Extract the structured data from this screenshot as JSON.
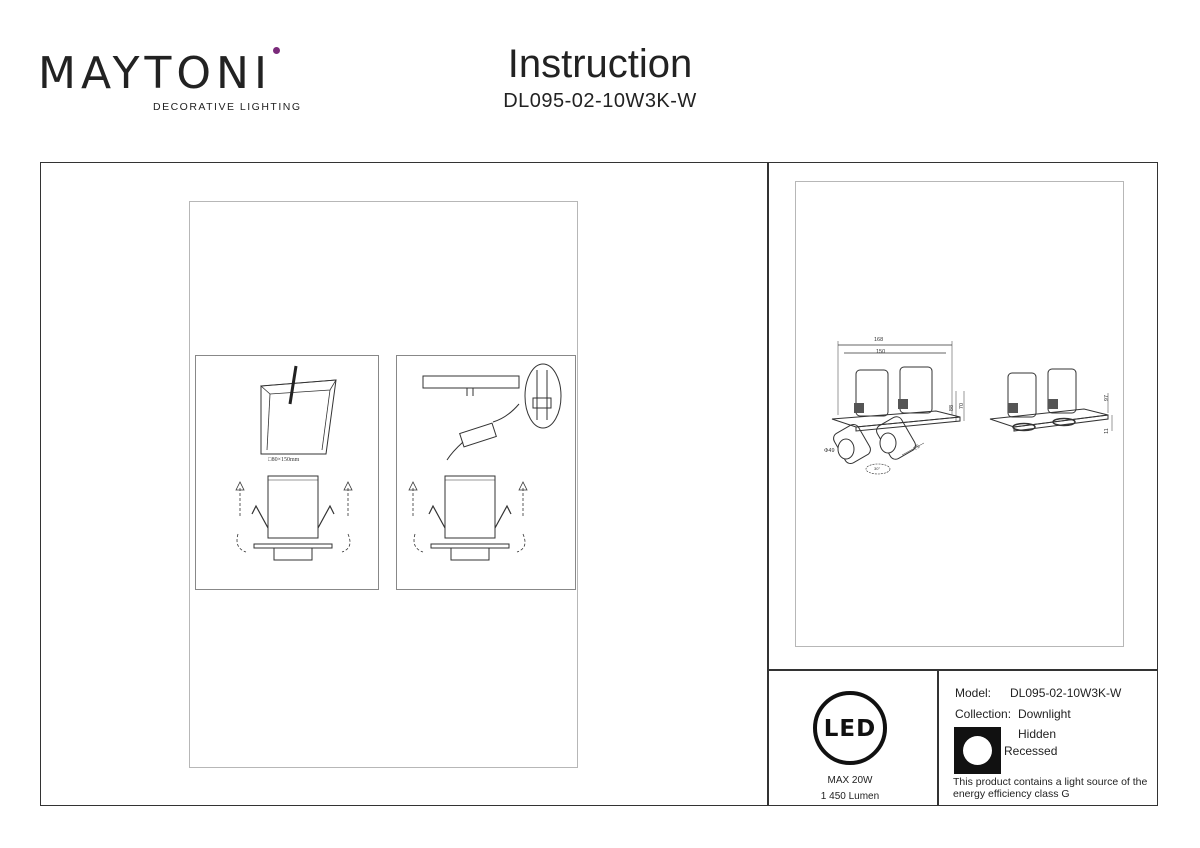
{
  "brand": {
    "name": "MAYTONI",
    "tagline": "DECORATIVE LIGHTING",
    "accent_color": "#7a2a7a"
  },
  "header": {
    "title": "Instruction",
    "model": "DL095-02-10W3K-W"
  },
  "installation": {
    "cutout_label": "□80×150mm"
  },
  "dimensions": {
    "width_outer": "168",
    "width_inner": "150",
    "height_body": "70",
    "height_total": "88",
    "diameter": "Φ49",
    "head_length": "75",
    "tilt": "30°",
    "side_height": "97",
    "flange": "11"
  },
  "led": {
    "badge": "LED",
    "power": "MAX 20W",
    "lumen": "1 450 Lumen"
  },
  "specs": {
    "model_label": "Model:",
    "model_value": "DL095-02-10W3K-W",
    "collection_label": "Collection:",
    "collection_value": "Downlight",
    "mount_hidden": "Hidden",
    "mount_recessed": "Recessed",
    "energy_note": "This product contains a light source of the energy efficiency class G"
  }
}
